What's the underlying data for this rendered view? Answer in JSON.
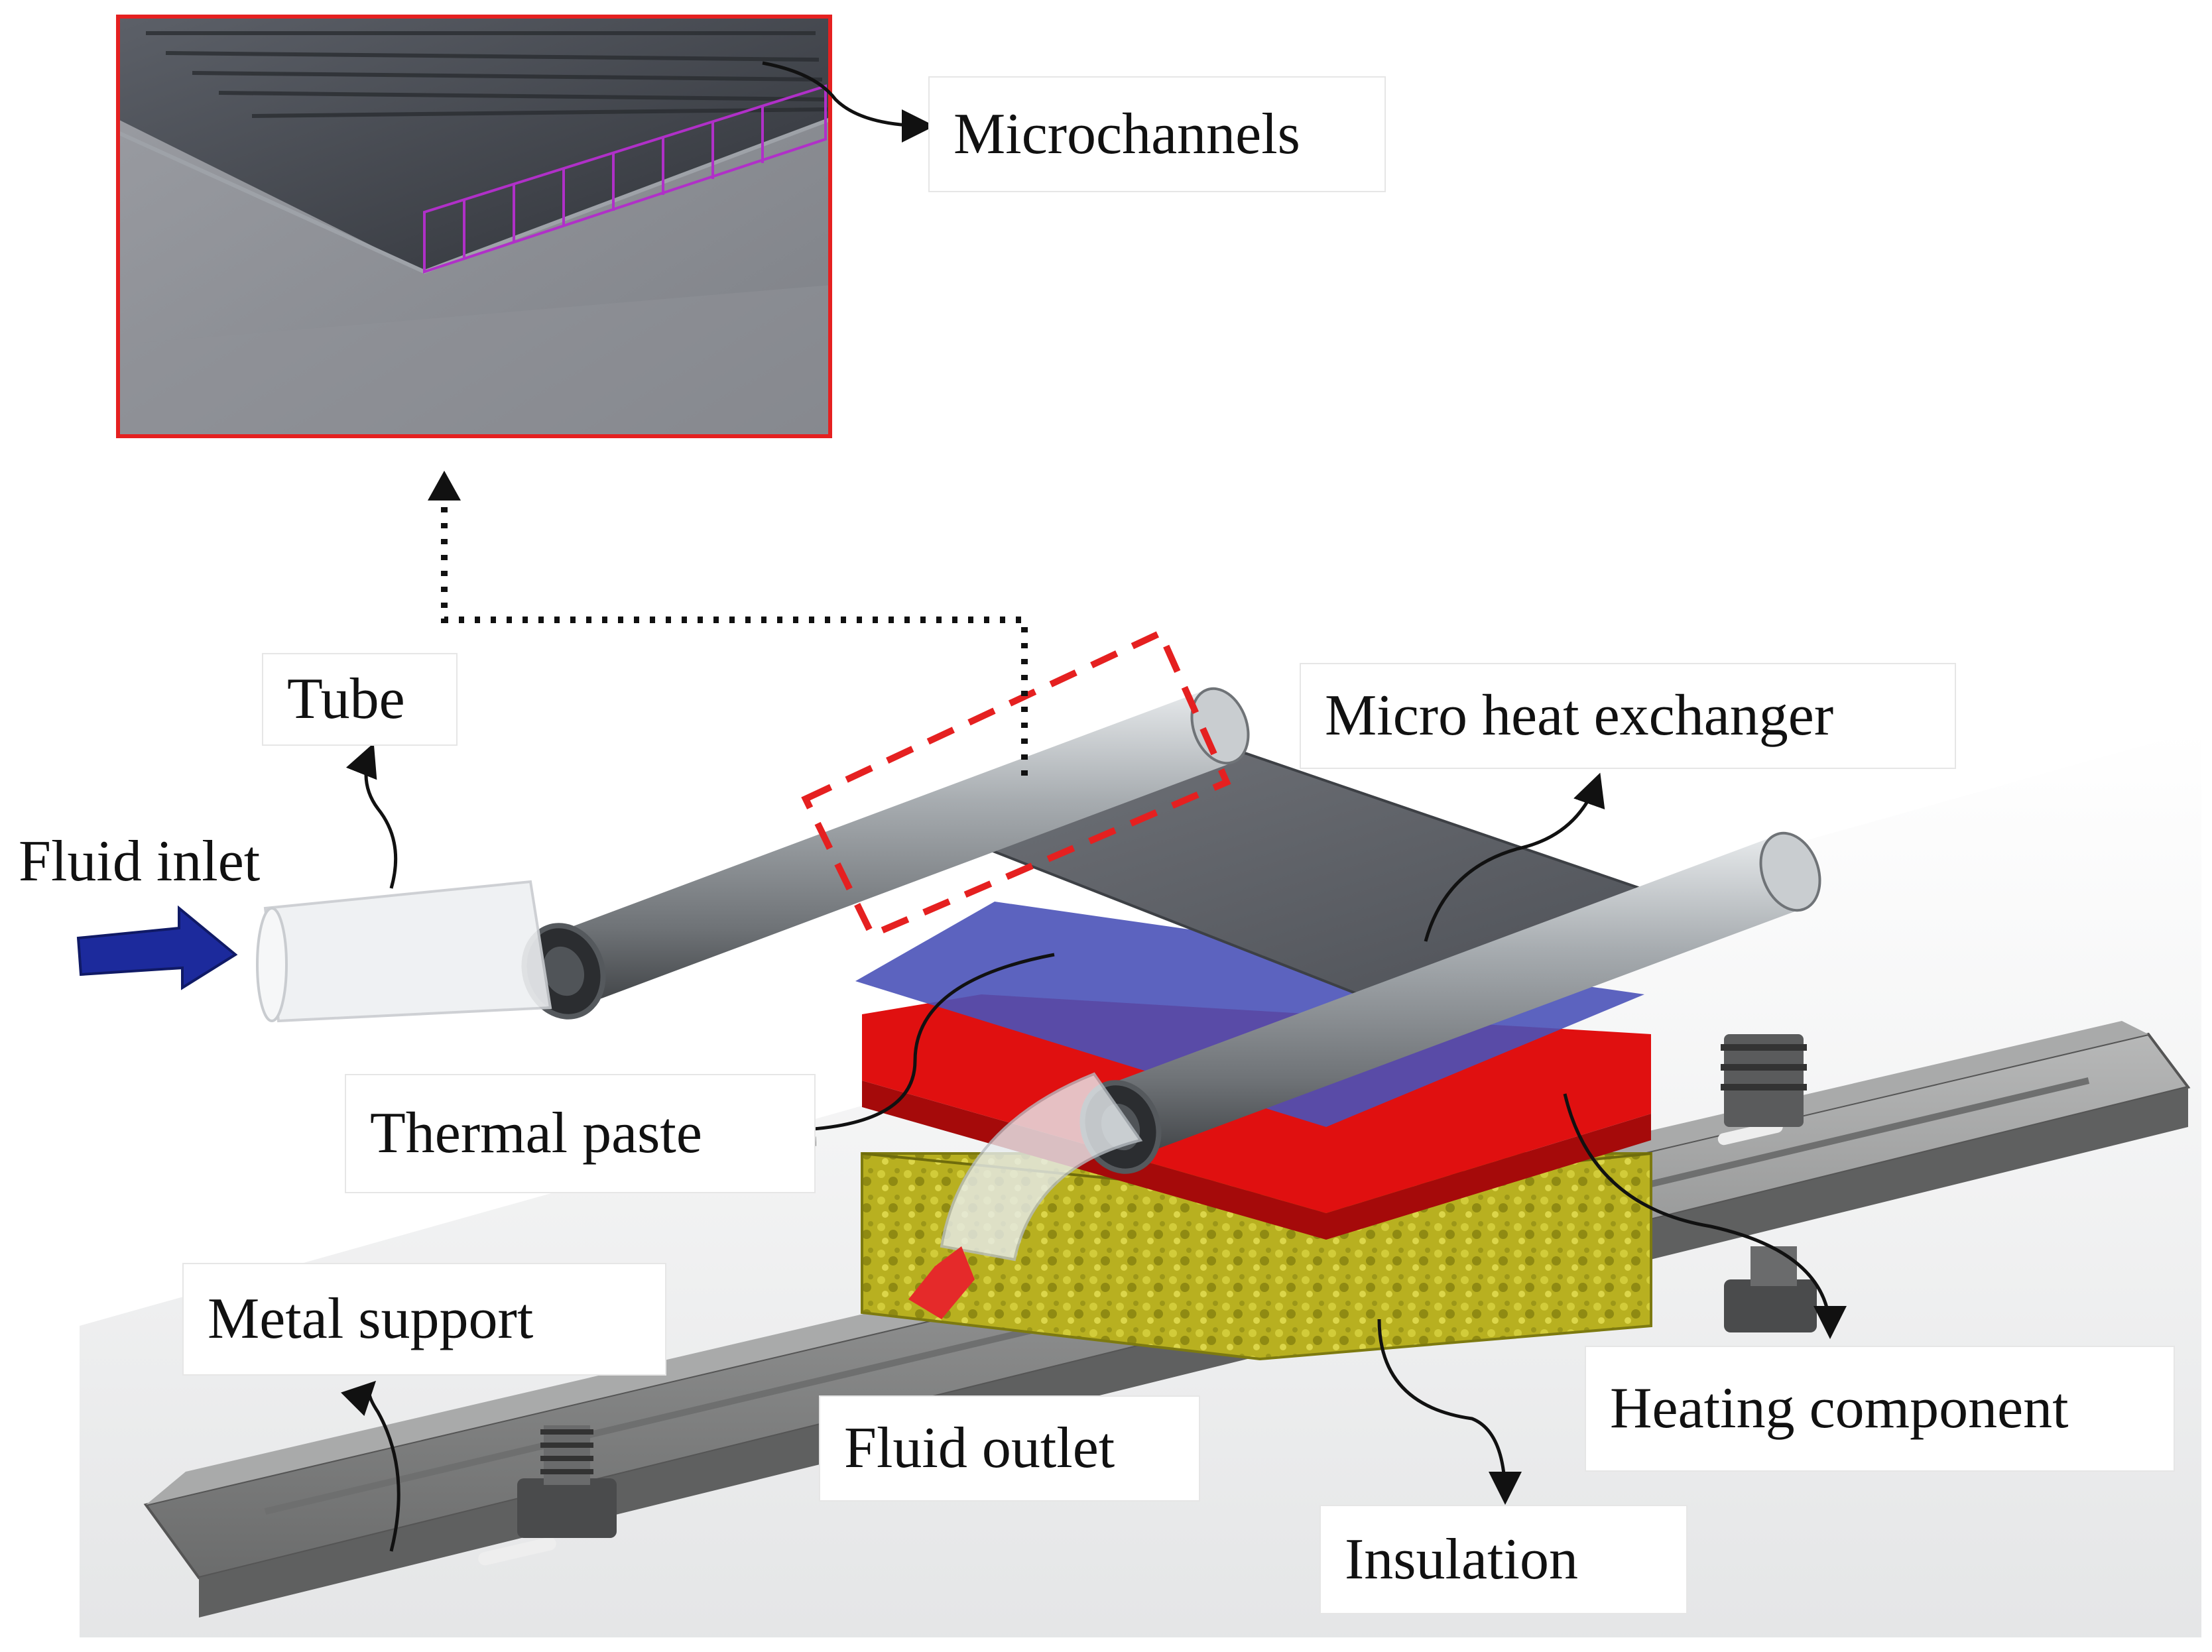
{
  "labels": {
    "microchannels": "Microchannels",
    "tube": "Tube",
    "fluid_inlet": "Fluid inlet",
    "micro_heat_exchanger": "Micro heat exchanger",
    "thermal_paste": "Thermal paste",
    "metal_support": "Metal support",
    "fluid_outlet": "Fluid outlet",
    "heating_component": "Heating component",
    "insulation": "Insulation"
  },
  "colors": {
    "highlight_red": "#e52020",
    "inlet_arrow": "#1c2a9c",
    "thermal_paste": "#4a52b8",
    "heating_block": "#e01010",
    "insulation": "#b8b020",
    "tube_metal": "#9a9fa4",
    "exchanger_plate": "#5d6168",
    "metal_support": "#8f9090",
    "microchannel_outline": "#b030c8"
  },
  "icons": [
    "inlet-arrow-icon",
    "outlet-arrow-icon",
    "leader-arrow-icon"
  ]
}
